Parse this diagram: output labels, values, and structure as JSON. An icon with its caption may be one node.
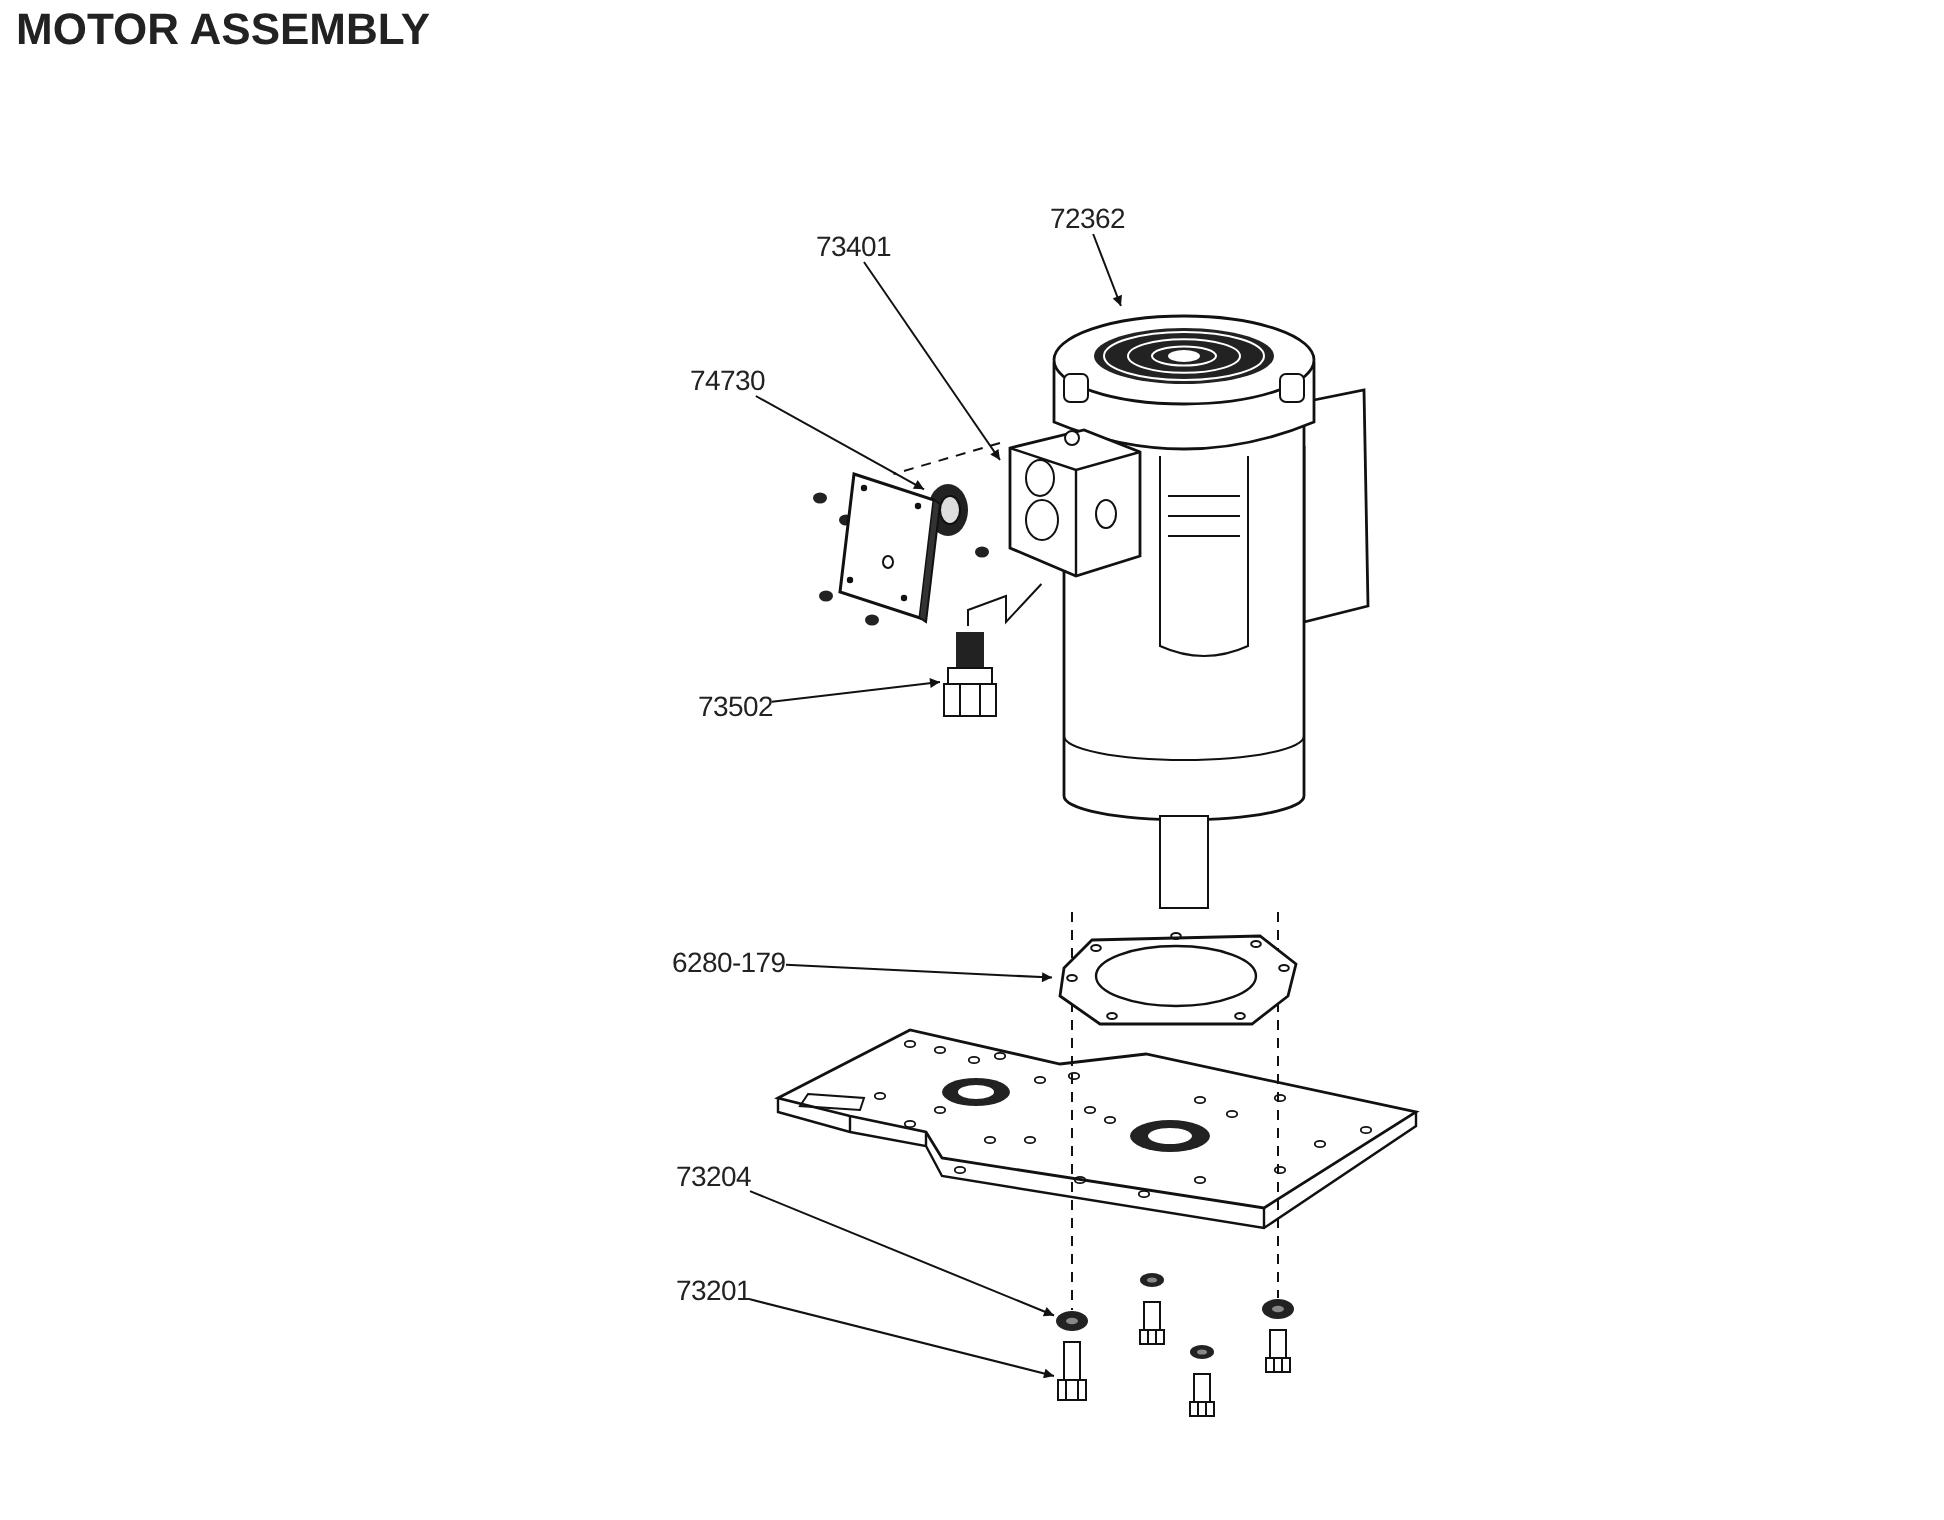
{
  "diagram": {
    "title": "MOTOR ASSEMBLY",
    "nodes": [
      {
        "text": [
          "73401"
        ]
      },
      {
        "text": [
          "72362"
        ]
      },
      {
        "text": [
          "74730"
        ]
      },
      {
        "text": [
          "73502"
        ]
      },
      {
        "text": [
          "6280-179"
        ]
      },
      {
        "text": [
          "73204"
        ]
      },
      {
        "text": [
          "73201"
        ]
      },
      {
        "text": [],
        "shape": "picture"
      },
      {
        "text": [],
        "shape": "picture"
      },
      {
        "text": [],
        "shape": "picture"
      },
      {
        "text": [],
        "shape": "picture"
      },
      {
        "text": [],
        "shape": "picture"
      },
      {
        "text": [],
        "shape": "picture"
      },
      {
        "text": [],
        "shape": "picture"
      },
      {
        "text": [],
        "shape": "picture"
      },
      {
        "text": [],
        "shape": "picture"
      }
    ],
    "edges": [
      {
        "from": 0,
        "to": 8,
        "arrow": "to"
      },
      {
        "from": 1,
        "to": 7,
        "arrow": "to"
      },
      {
        "from": 2,
        "to": 9,
        "arrow": "to"
      },
      {
        "from": 3,
        "to": 10,
        "arrow": "to"
      },
      {
        "from": 4,
        "to": 11,
        "arrow": "to"
      },
      {
        "from": 5,
        "to": 12,
        "arrow": "to"
      },
      {
        "from": 6,
        "to": 13,
        "arrow": "to"
      },
      {
        "from": 7,
        "to": 12,
        "arrow": "none",
        "style": "dashed"
      },
      {
        "from": 7,
        "to": 15,
        "arrow": "none",
        "style": "dashed"
      },
      {
        "from": 8,
        "to": 14,
        "arrow": "none",
        "style": "dashed"
      },
      {
        "from": 10,
        "to": 8,
        "arrow": "none"
      }
    ]
  }
}
